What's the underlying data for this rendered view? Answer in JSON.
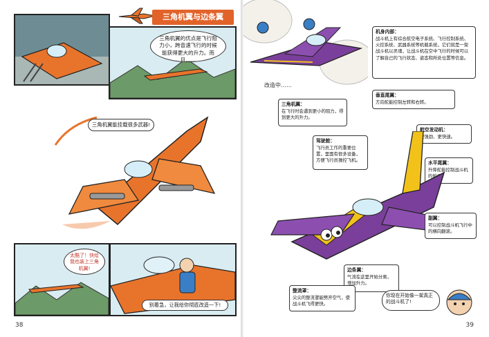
{
  "left_page": {
    "title": "三角机翼与边条翼",
    "bubble_wing_advantage": "三角机翼的优点是飞行阻力小，跨音速飞行的时候能获得更大的升力。而且……",
    "bubble_more_weapons": "三角机翼能挂载很多武器!",
    "bubble_too_cool": "太酷了！快给我也装上三角机翼!",
    "bubble_wait": "别着急，让我给你彻底改造一下!",
    "page_number": "38"
  },
  "right_page": {
    "caption_modifying": "改造中……",
    "labels": {
      "fuselage_title": "机身内部：",
      "fuselage_text": "战斗机上有综合航空电子系统、飞行控制系统、火控系统、武器系统等机载系统，它们就是一架战斗机以灵魂，让战斗机在空中飞行的时候可以了解自己的飞行状态、姿态和所处位置等信息。",
      "vertical_tail_title": "垂直尾翼：",
      "vertical_tail_text": "方向舵能控制左转和右转。",
      "delta_wing_title": "三角机翼：",
      "delta_wing_text": "在飞行时会遇到更小的阻力，得到更大的升力。",
      "cockpit_title": "驾驶舱：",
      "cockpit_text": "飞行员工作的重要位置，里面有很多设备，方便飞行员操控飞机。",
      "engine_title": "航空发动机：",
      "engine_text": "更强劲、更快速。",
      "horizontal_tail_title": "水平尾翼：",
      "horizontal_tail_text": "升降舵能控制战斗机的俯仰。",
      "aileron_title": "副翼：",
      "aileron_text": "可以控制战斗机飞行中的横向翻滚。",
      "strake_title": "边条翼：",
      "strake_text": "气流在这里开始分离，增加升力。",
      "rectifier_title": "整流罩：",
      "rectifier_text": "尖尖的整流罩能劈开空气，使战斗机飞得更快。"
    },
    "bubble_new_plane": "你现在开始像一架真正的战斗机了!",
    "page_number": "39"
  },
  "colors": {
    "orange_jet": "#e8742c",
    "purple_jet": "#7a3f9a",
    "yellow_stripe": "#f2c21b",
    "sky": "#cfe6ef",
    "banner": "#e2632a"
  }
}
